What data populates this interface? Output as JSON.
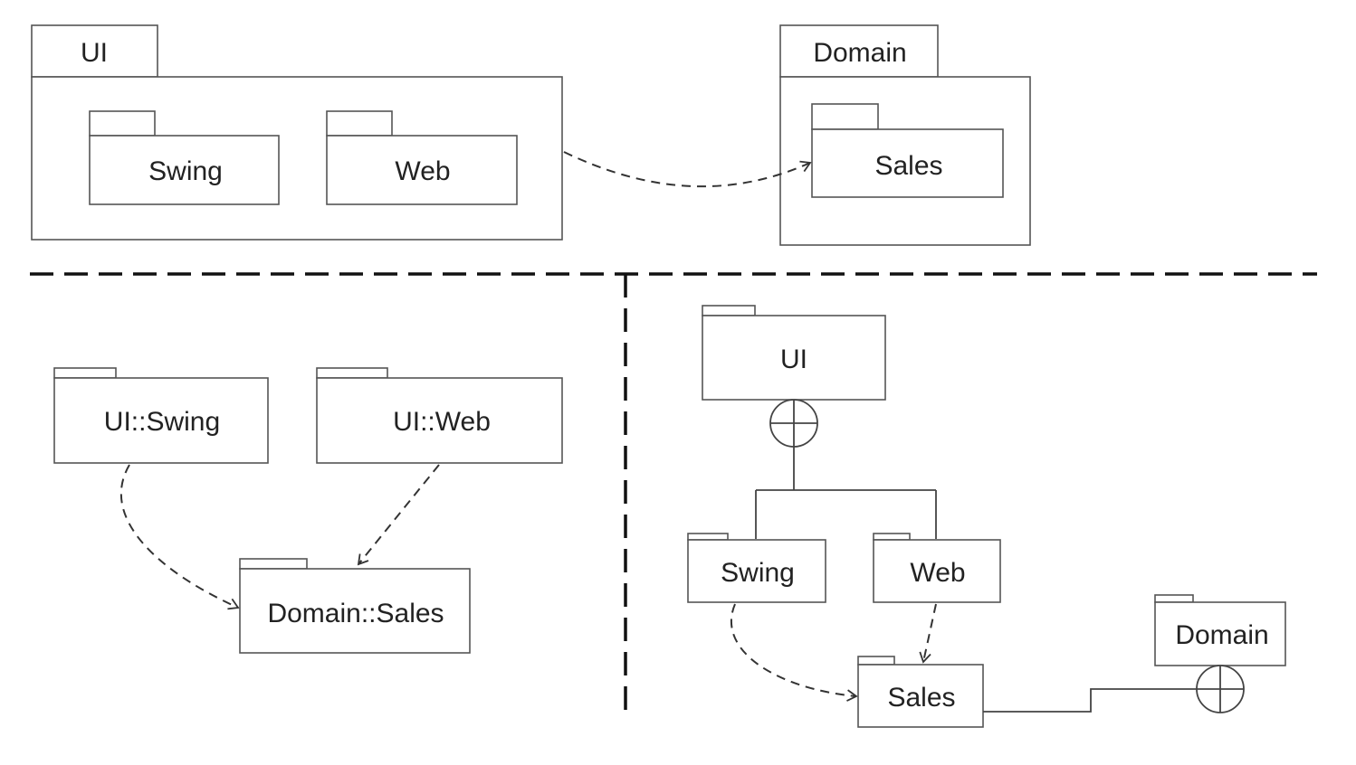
{
  "top_view": {
    "ui_package": {
      "name": "UI",
      "children": [
        "Swing",
        "Web"
      ]
    },
    "domain_package": {
      "name": "Domain",
      "children": [
        "Sales"
      ]
    }
  },
  "qualified_view": {
    "packages": [
      "UI::Swing",
      "UI::Web",
      "Domain::Sales"
    ]
  },
  "nesting_view": {
    "ui": "UI",
    "swing": "Swing",
    "web": "Web",
    "sales": "Sales",
    "domain": "Domain"
  }
}
